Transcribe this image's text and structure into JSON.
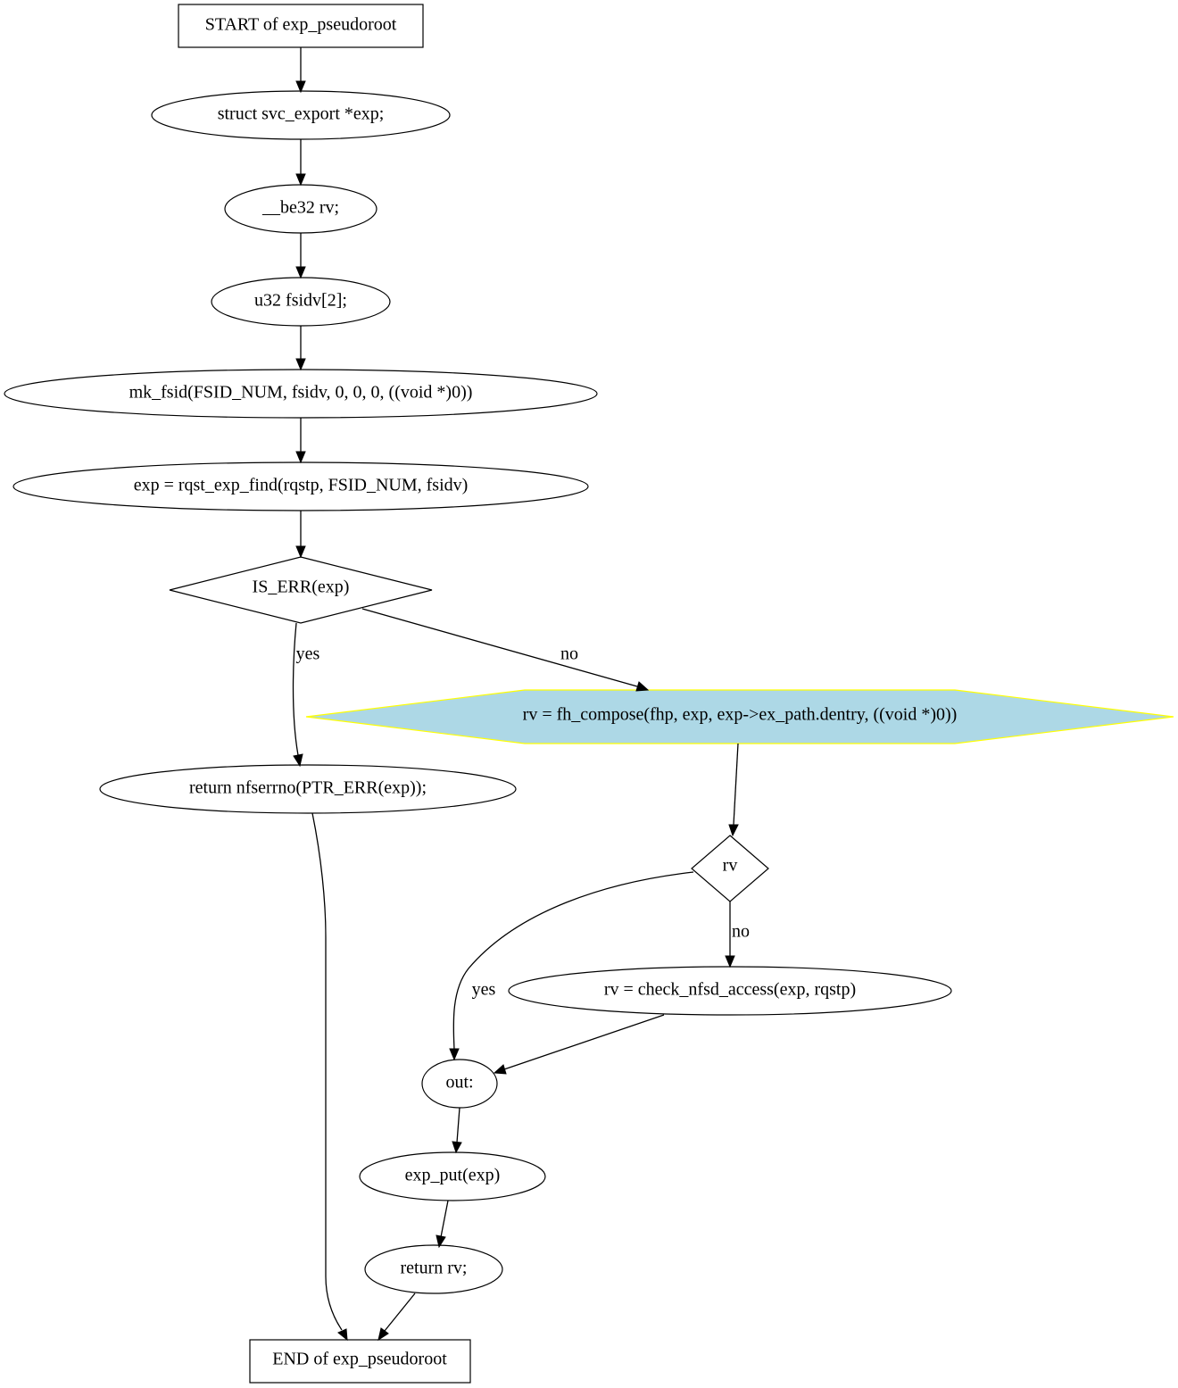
{
  "nodes": {
    "start": "START of exp_pseudoroot",
    "decl_exp": "struct svc_export *exp;",
    "decl_rv": "__be32 rv;",
    "decl_fsidv": "u32 fsidv[2];",
    "mk_fsid": "mk_fsid(FSID_NUM, fsidv, 0, 0, 0, ((void *)0))",
    "find": "exp = rqst_exp_find(rqstp, FSID_NUM, fsidv)",
    "is_err": "IS_ERR(exp)",
    "return_err": "return nfserrno(PTR_ERR(exp));",
    "compose": "rv = fh_compose(fhp, exp, exp->ex_path.dentry, ((void *)0))",
    "rv_cond": "rv",
    "check": "rv = check_nfsd_access(exp, rqstp)",
    "out": "out:",
    "put": "exp_put(exp)",
    "return_rv": "return rv;",
    "end": "END of exp_pseudoroot"
  },
  "edges": {
    "is_err_yes": "yes",
    "is_err_no": "no",
    "rv_yes": "yes",
    "rv_no": "no"
  },
  "colors": {
    "highlight_fill": "#add8e6",
    "highlight_stroke": "#ffff00"
  }
}
